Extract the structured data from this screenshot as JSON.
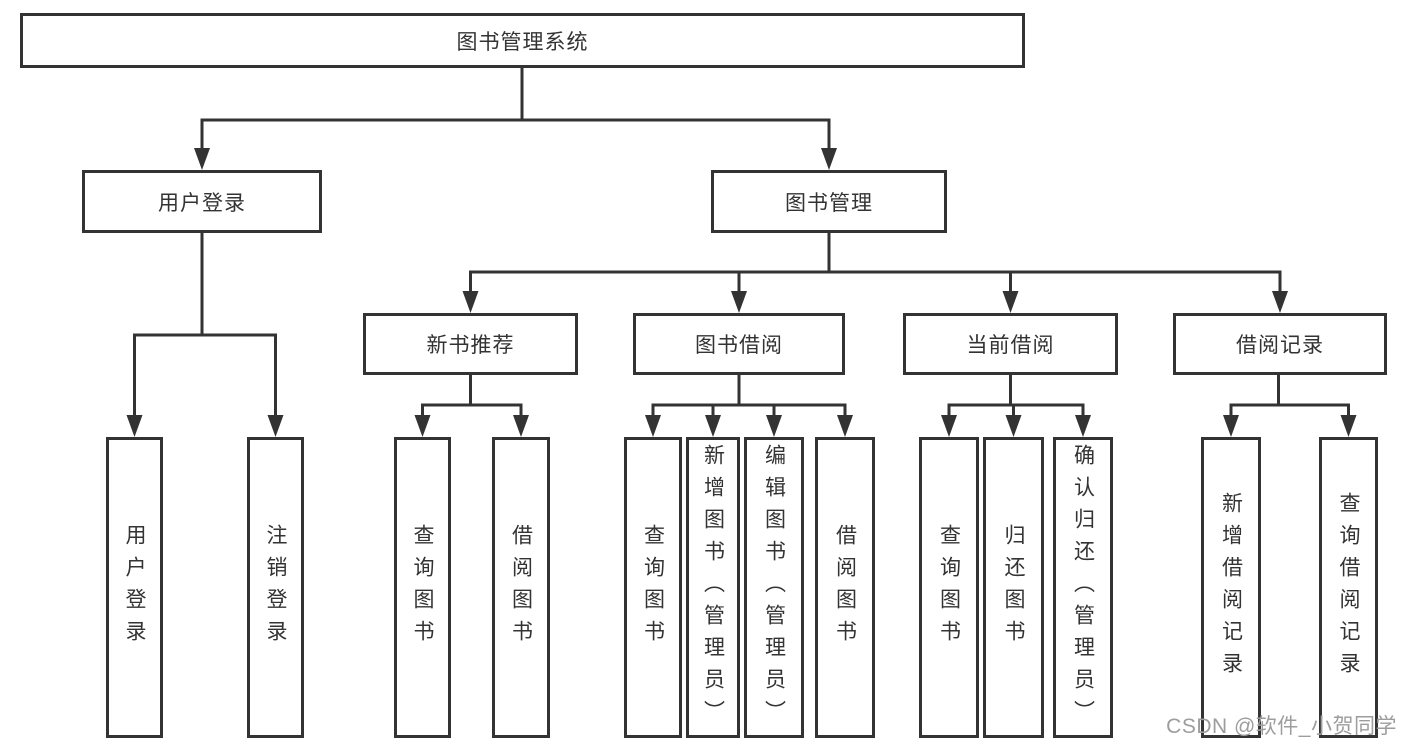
{
  "diagram": {
    "root": "图书管理系统",
    "branches": [
      {
        "label": "用户登录",
        "children": [
          "用户登录",
          "注销登录"
        ]
      },
      {
        "label": "图书管理",
        "sections": [
          {
            "label": "新书推荐",
            "children": [
              "查询图书",
              "借阅图书"
            ]
          },
          {
            "label": "图书借阅",
            "children": [
              "查询图书",
              "新增图书（管理员）",
              "编辑图书（管理员）",
              "借阅图书"
            ]
          },
          {
            "label": "当前借阅",
            "children": [
              "查询图书",
              "归还图书",
              "确认归还（管理员）"
            ]
          },
          {
            "label": "借阅记录",
            "children": [
              "新增借阅记录",
              "查询借阅记录"
            ]
          }
        ]
      }
    ]
  },
  "watermark": "CSDN @软件_小贺同学",
  "colors": {
    "line": "#333333",
    "text": "#333333",
    "box_background": "#ffffff",
    "page_background": "#ffffff",
    "watermark": "#9d9d9d"
  }
}
